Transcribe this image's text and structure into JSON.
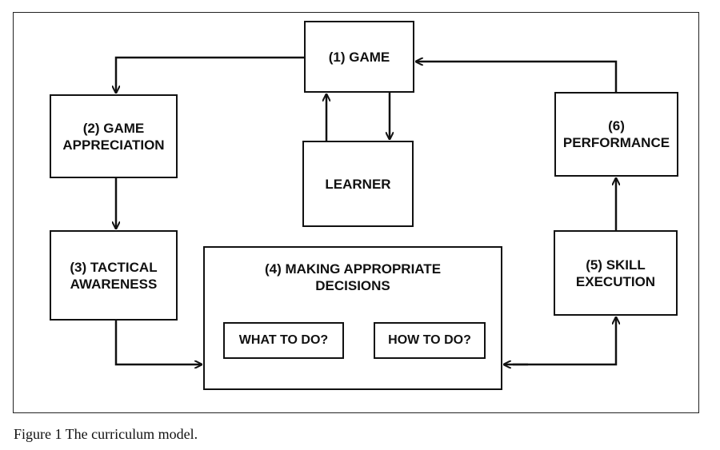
{
  "diagram": {
    "nodes": {
      "game": {
        "label": "(1) GAME"
      },
      "appreciation": {
        "lines": [
          "(2) GAME",
          "APPRECIATION"
        ]
      },
      "tactical": {
        "lines": [
          "(3) TACTICAL",
          "AWARENESS"
        ]
      },
      "decisions": {
        "lines": [
          "(4) MAKING APPROPRIATE",
          "DECISIONS"
        ],
        "what_label": "WHAT TO DO?",
        "how_label": "HOW TO DO?"
      },
      "skill": {
        "lines": [
          "(5) SKILL",
          "EXECUTION"
        ]
      },
      "performance": {
        "lines": [
          "(6)",
          "PERFORMANCE"
        ]
      },
      "learner": {
        "label": "LEARNER"
      }
    },
    "colors": {
      "ink": "#111111",
      "background": "#ffffff"
    }
  },
  "caption": "Figure 1  The curriculum model."
}
